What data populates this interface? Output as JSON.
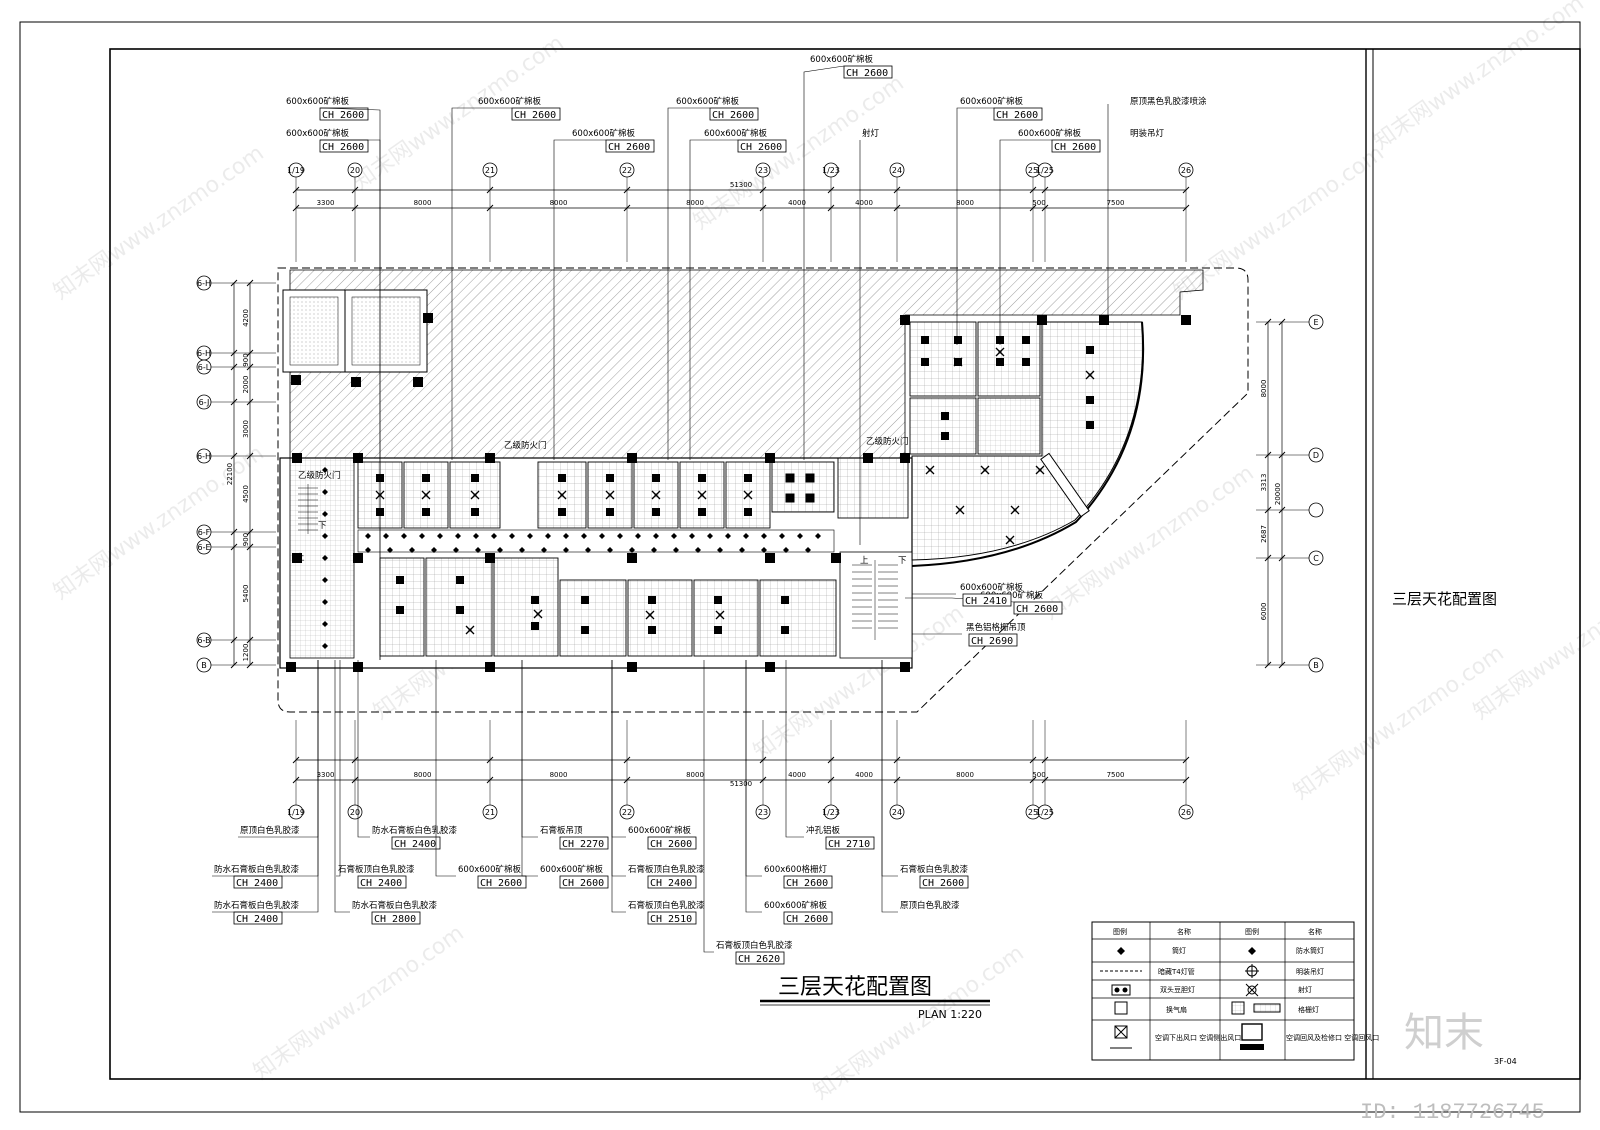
{
  "title": {
    "main": "三层天花配置图",
    "scale": "PLAN 1:220",
    "side": "三层天花配置图",
    "sheet_no": "3F-04"
  },
  "axes": {
    "top": [
      "1/19",
      "20",
      "21",
      "22",
      "23",
      "1/23",
      "24",
      "25",
      "1/25",
      "26"
    ],
    "bottom": [
      "1/19",
      "20",
      "21",
      "22",
      "23",
      "1/23",
      "24",
      "25",
      "1/25",
      "26"
    ],
    "left": [
      "6-H",
      "6-H",
      "6-L",
      "6-J",
      "6-H",
      "6-F",
      "6-E",
      "6-B",
      "B"
    ],
    "right": [
      "E",
      "D",
      "",
      "C",
      "B"
    ]
  },
  "dims": {
    "top_segments": [
      "3300",
      "8000",
      "8000",
      "8000",
      "4000",
      "4000",
      "8000",
      "500",
      "7500"
    ],
    "top_total": "51300",
    "bottom_segments": [
      "3300",
      "8000",
      "8000",
      "8000",
      "4000",
      "4000",
      "8000",
      "500",
      "7500"
    ],
    "bottom_total": "51300",
    "left_segments": [
      "4200",
      "900",
      "2000",
      "3000",
      "4500",
      "900",
      "5400",
      "1200"
    ],
    "left_total": "22100",
    "right_segments": [
      "8000",
      "3313",
      "2687",
      "6000"
    ],
    "right_total": "20000"
  },
  "callouts": {
    "top": [
      {
        "label": "600x600矿棉板",
        "ch": "CH 2600"
      },
      {
        "label": "600x600矿棉板",
        "ch": "CH 2600"
      },
      {
        "label": "600x600矿棉板",
        "ch": "CH 2600"
      },
      {
        "label": "600x600矿棉板",
        "ch": "CH 2600"
      },
      {
        "label": "600x600矿棉板",
        "ch": "CH 2600"
      },
      {
        "label": "600x600矿棉板",
        "ch": "CH 2600"
      },
      {
        "label": "600x600矿棉板",
        "ch": "CH 2600"
      },
      {
        "label": "600x600矿棉板",
        "ch": "CH 2600"
      },
      {
        "label": "600x600矿棉板",
        "ch": "CH 2600"
      },
      {
        "label": "600x600矿棉板",
        "ch": "CH 2600"
      }
    ],
    "top_text": [
      "射灯",
      "原顶黑色乳胶漆喷涂",
      "明装吊灯"
    ],
    "right": [
      {
        "label": "600x600矿棉板",
        "ch": "CH 2410"
      },
      {
        "label": "黑色铝格栅吊顶",
        "ch": "CH 2690"
      }
    ],
    "bottom": [
      {
        "label": "原顶白色乳胶漆",
        "ch": ""
      },
      {
        "label": "防水石膏板白色乳胶漆",
        "ch": "CH 2400"
      },
      {
        "label": "防水石膏板白色乳胶漆",
        "ch": "CH 2400"
      },
      {
        "label": "石膏板顶白色乳胶漆",
        "ch": "CH 2400"
      },
      {
        "label": "防水石膏板白色乳胶漆",
        "ch": "CH 2400"
      },
      {
        "label": "防水石膏板白色乳胶漆",
        "ch": "CH 2800"
      },
      {
        "label": "600x600矿棉板",
        "ch": "CH 2600"
      },
      {
        "label": "石膏板吊顶",
        "ch": "CH 2270"
      },
      {
        "label": "600x600矿棉板",
        "ch": "CH 2600"
      },
      {
        "label": "600x600矿棉板",
        "ch": "CH 2600"
      },
      {
        "label": "石膏板顶白色乳胶漆",
        "ch": "CH 2400"
      },
      {
        "label": "石膏板顶白色乳胶漆",
        "ch": "CH 2510"
      },
      {
        "label": "石膏板顶白色乳胶漆",
        "ch": "CH 2620"
      },
      {
        "label": "冲孔铝板",
        "ch": "CH 2710"
      },
      {
        "label": "600x600格栅灯",
        "ch": "CH 2600"
      },
      {
        "label": "600x600矿棉板",
        "ch": "CH 2600"
      },
      {
        "label": "石膏板白色乳胶漆",
        "ch": "CH 2600"
      },
      {
        "label": "原顶白色乳胶漆",
        "ch": ""
      }
    ]
  },
  "doors": [
    "乙级防火门",
    "乙级防火门",
    "乙级防火门"
  ],
  "stairs": [
    "上",
    "下",
    "上",
    "下"
  ],
  "legend": {
    "headers": [
      "图例",
      "名称",
      "图例",
      "名称"
    ],
    "rows": [
      [
        "筒灯",
        "防水筒灯"
      ],
      [
        "暗藏T4灯管",
        "明装吊灯"
      ],
      [
        "双头豆胆灯",
        "射灯"
      ],
      [
        "换气扇",
        "格栅灯"
      ],
      [
        "空调下出风口 空调侧出风口",
        "空调回风及检修口 空调回风口"
      ]
    ]
  },
  "watermark": {
    "text": "知末网www.znzmo.com",
    "logo": "知末",
    "id": "ID: 1187726745"
  }
}
